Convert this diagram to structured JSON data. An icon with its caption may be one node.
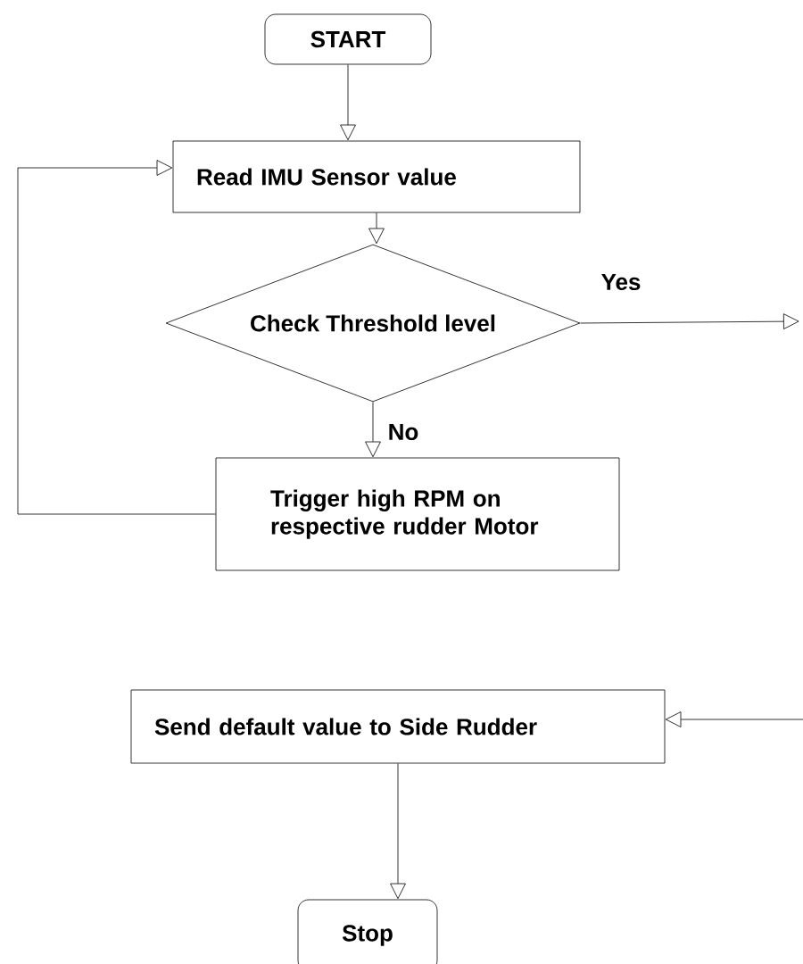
{
  "diagram": {
    "nodes": [
      {
        "text": [
          "START"
        ]
      },
      {
        "text": [
          "Read IMU Sensor value"
        ]
      },
      {
        "text": [
          "Check Threshold level"
        ]
      },
      {
        "text": [
          "Trigger high RPM on respective rudder Motor"
        ]
      },
      {
        "text": [
          "Send default value to Side Rudder"
        ]
      },
      {
        "text": [
          "Stop"
        ]
      }
    ],
    "edges": [
      {
        "from": 0,
        "to": 1,
        "arrow": "to"
      },
      {
        "from": 1,
        "to": 2,
        "arrow": "to"
      },
      {
        "from": 2,
        "to": 3,
        "arrow": "to",
        "label": "No"
      },
      {
        "from": 3,
        "to": 1,
        "arrow": "to"
      },
      {
        "from": 2,
        "to": null,
        "arrow": "to",
        "label": "Yes"
      },
      {
        "from": null,
        "to": 4,
        "arrow": "to"
      },
      {
        "from": 4,
        "to": 5,
        "arrow": "to"
      }
    ]
  }
}
